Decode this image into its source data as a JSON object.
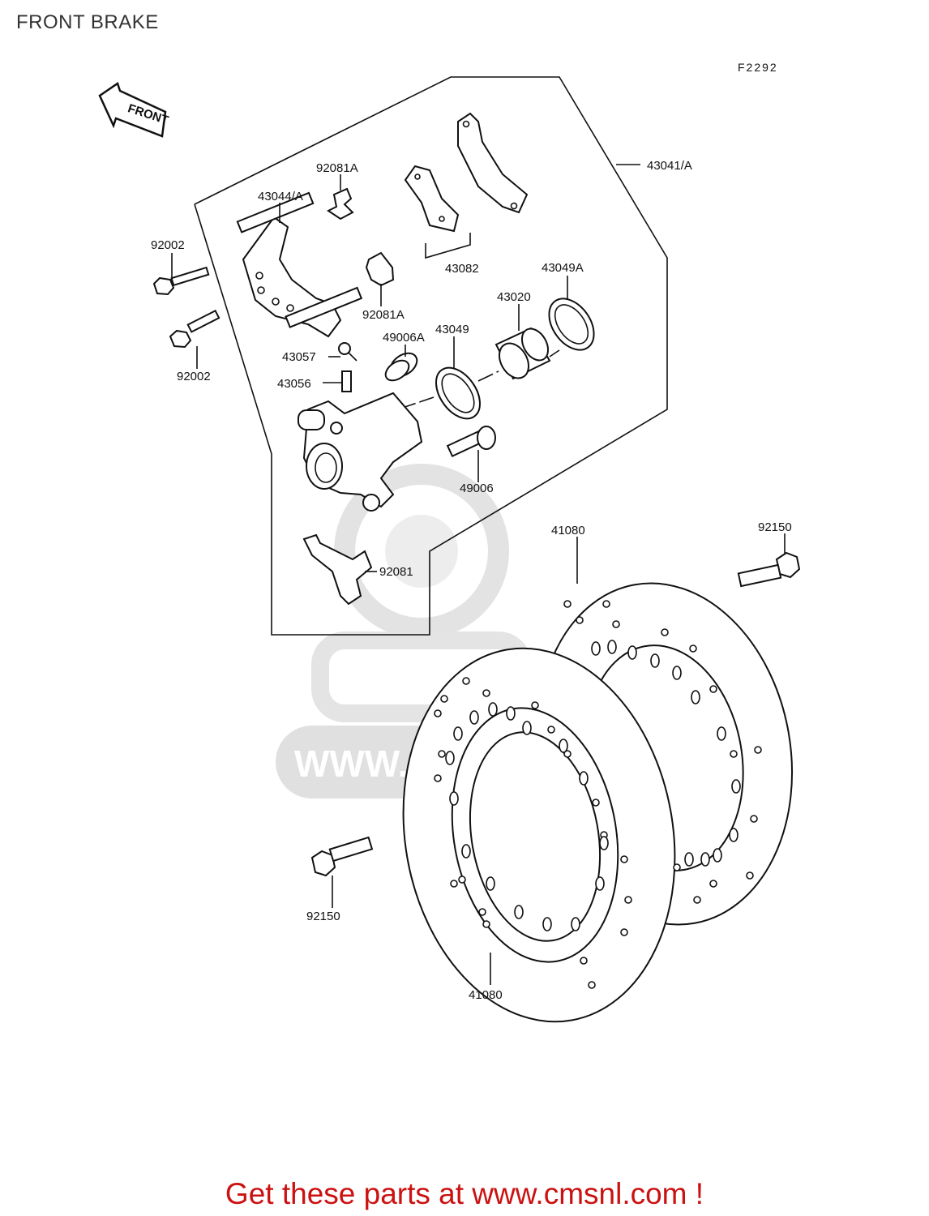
{
  "page": {
    "title": "FRONT BRAKE",
    "figure_code": "F2292",
    "front_label": "FRONT",
    "footer": "Get these parts at www.cmsnl.com !"
  },
  "watermark": {
    "text": "WWW.CMSNL.COM"
  },
  "parts": {
    "p43041A": "43041/A",
    "p92081A_top": "92081A",
    "p43044A": "43044/A",
    "p92002_top": "92002",
    "p92002_bottom": "92002",
    "p43082": "43082",
    "p43049A": "43049A",
    "p43020": "43020",
    "p92081A_mid": "92081A",
    "p49006A": "49006A",
    "p43049": "43049",
    "p43057": "43057",
    "p43056": "43056",
    "p49006": "49006",
    "p92081": "92081",
    "p41080_top": "41080",
    "p92150_right": "92150",
    "p92150_left": "92150",
    "p41080_bottom": "41080"
  },
  "colors": {
    "line": "#111111",
    "footer": "#cc1111",
    "watermark": "#d9d9d9"
  }
}
